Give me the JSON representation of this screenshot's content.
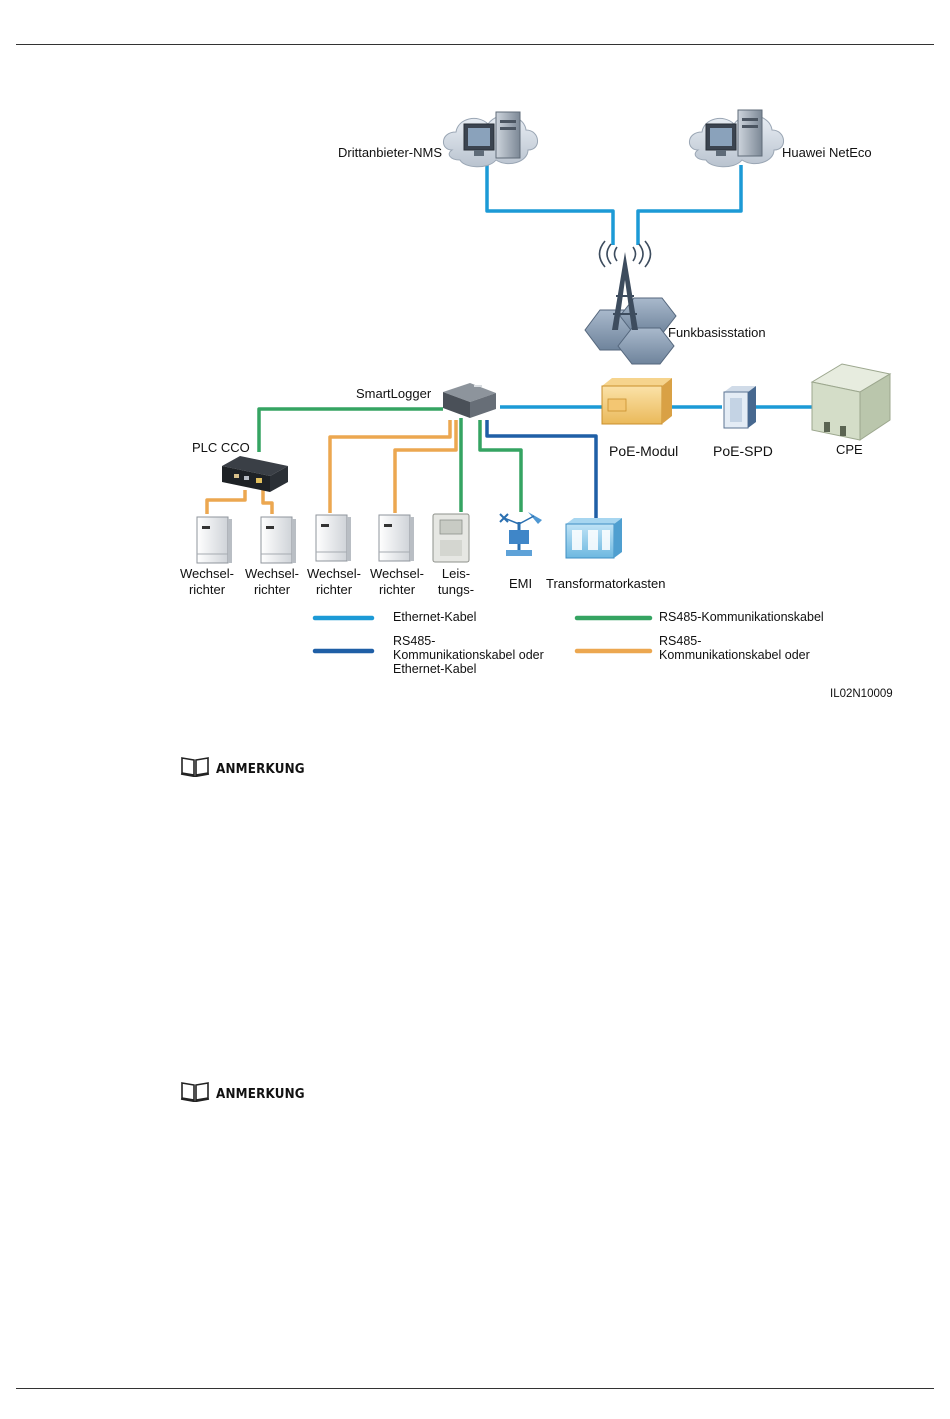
{
  "nodes": {
    "nms": "Drittanbieter-NMS",
    "neteco": "Huawei NetEco",
    "basestation": "Funkbasisstation",
    "smartlogger": "SmartLogger",
    "plc_cco": "PLC CCO",
    "poe_modul": "PoE-Modul",
    "poe_spd": "PoE-SPD",
    "cpe": "CPE",
    "inverter1_l1": "Wechsel-",
    "inverter1_l2": "richter",
    "inverter2_l1": "Wechsel-",
    "inverter2_l2": "richter",
    "inverter3_l1": "Wechsel-",
    "inverter3_l2": "richter",
    "inverter4_l1": "Wechsel-",
    "inverter4_l2": "richter",
    "meter_l1": "Leis-",
    "meter_l2": "tungs-",
    "emi": "EMI",
    "transformer": "Transformatorkasten"
  },
  "legend": {
    "ethernet": "Ethernet-Kabel",
    "rs485": "RS485-Kommunikationskabel",
    "rs485_or_eth_l1": "RS485-",
    "rs485_or_eth_l2": "Kommunikationskabel oder",
    "rs485_or_eth_l3": "Ethernet-Kabel",
    "rs485_or_l1": "RS485-",
    "rs485_or_l2": "Kommunikationskabel oder"
  },
  "figure_id": "IL02N10009",
  "notes": [
    "ANMERKUNG",
    "ANMERKUNG"
  ],
  "colors": {
    "ethernet": "#1c9ad6",
    "rs485": "#35a462",
    "rs485_or_ethernet": "#1f5fa6",
    "rs485_or_other": "#eca750"
  }
}
